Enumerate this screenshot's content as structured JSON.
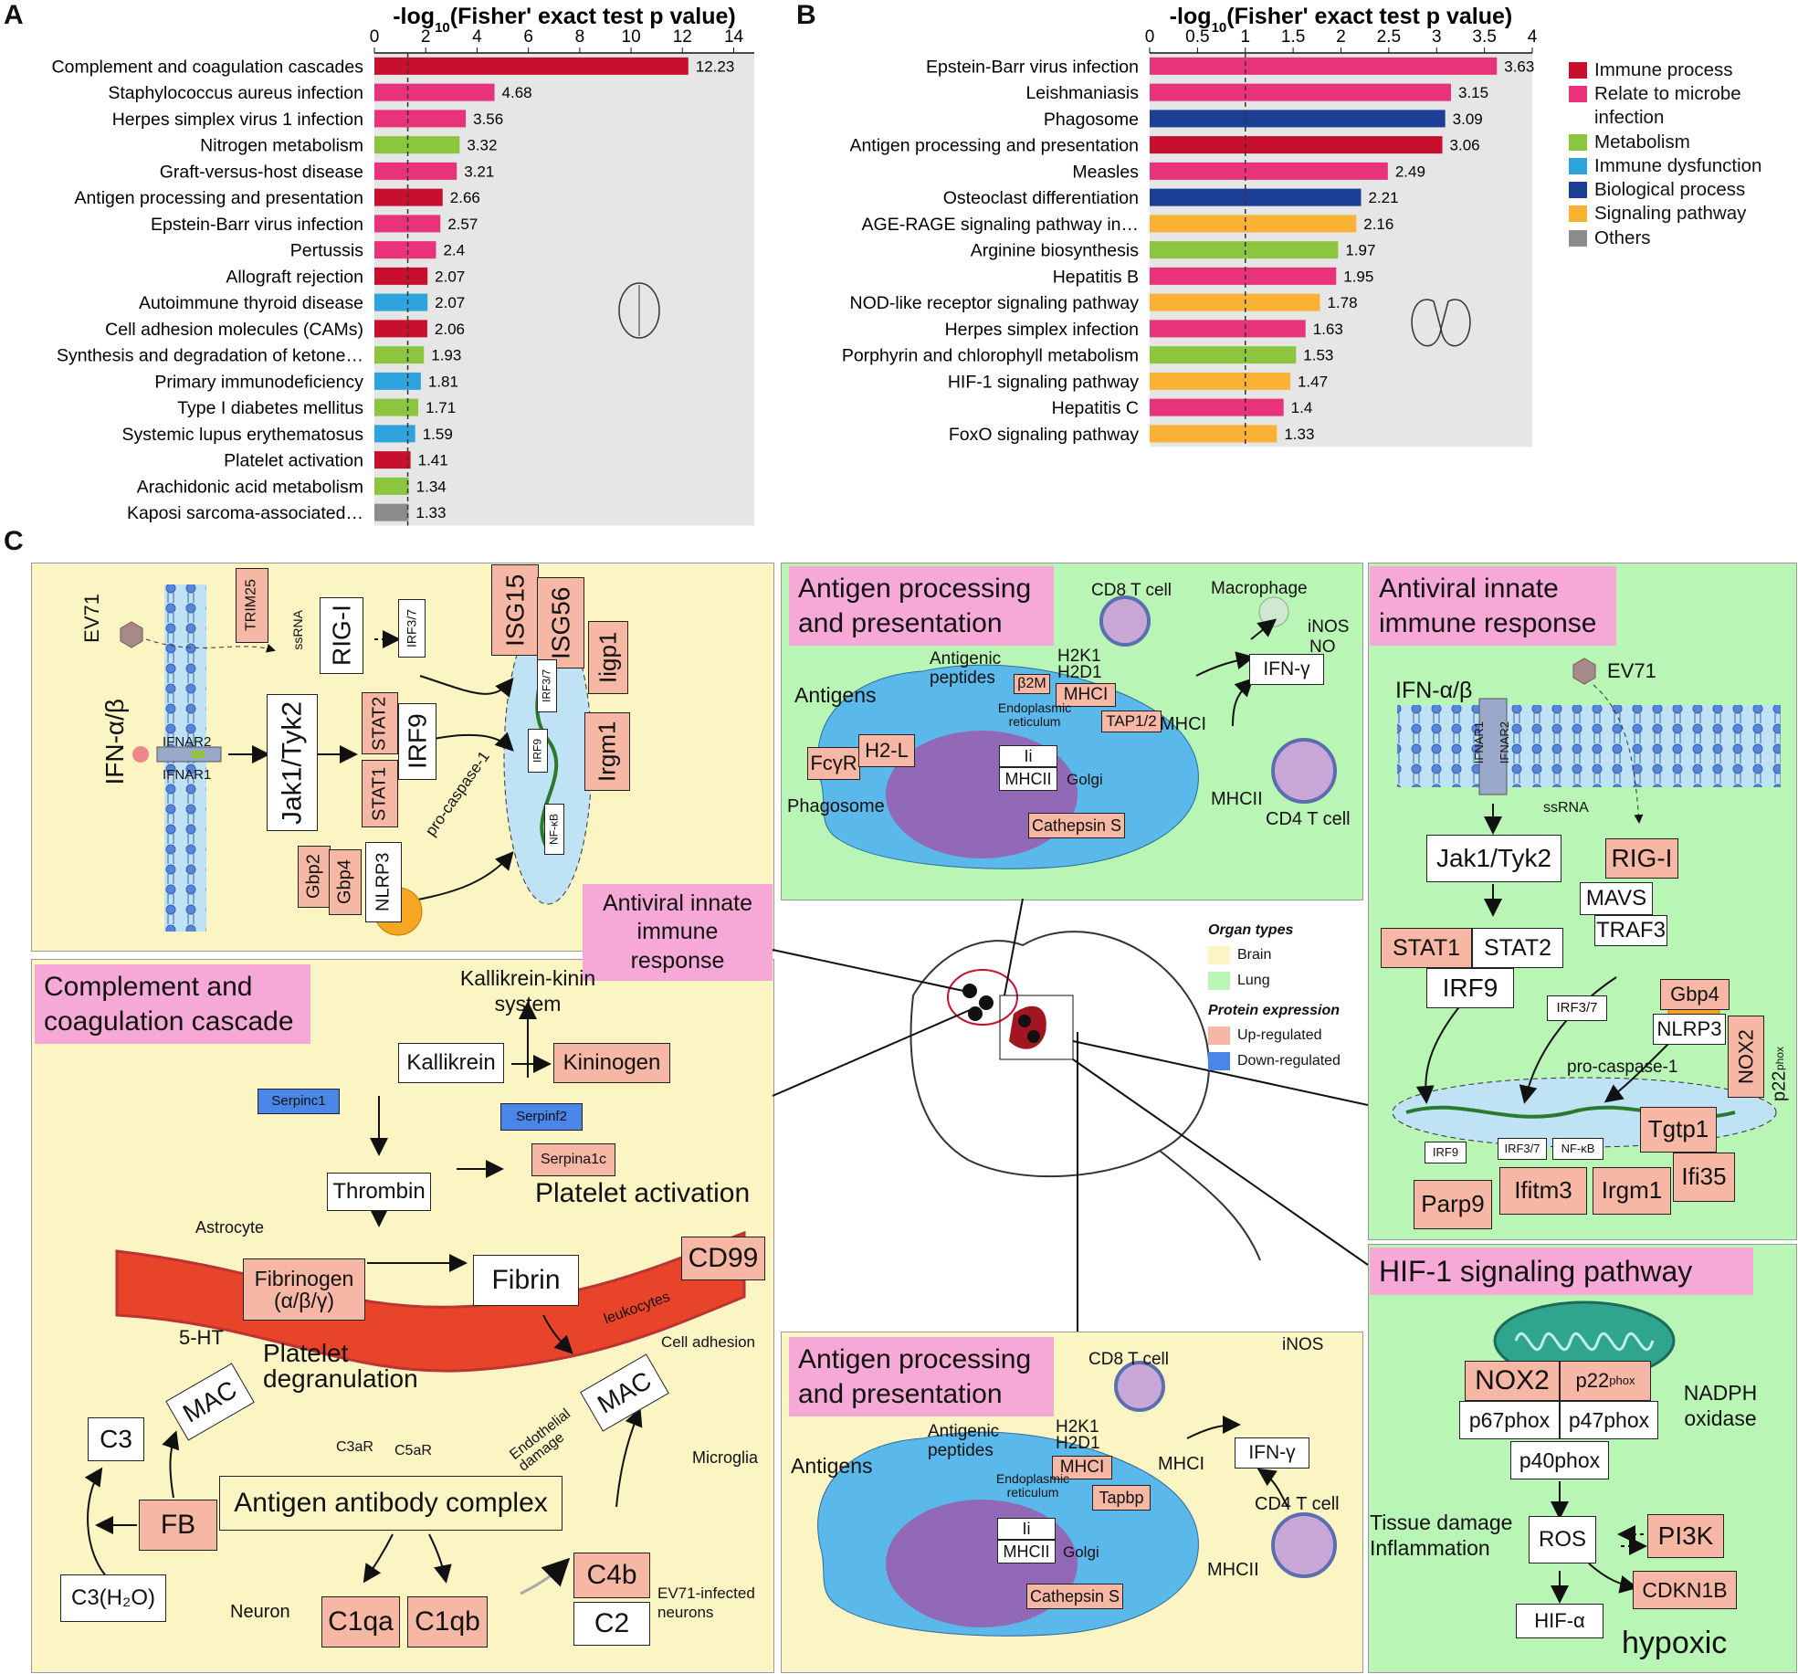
{
  "panel_letters": {
    "a": "A",
    "b": "B",
    "c": "C"
  },
  "colors": {
    "immune_process": "#c8102e",
    "microbe": "#e8337a",
    "metabolism": "#8cc63f",
    "immune_dysfunction": "#2ea3dc",
    "biological_process": "#1b3f94",
    "signaling": "#f9b233",
    "others": "#8c8c8c",
    "plot_bg": "#e6e6e6",
    "brain": "#fbf5c4",
    "lung": "#b9f5b4",
    "up": "#f6b8a4",
    "down": "#4a86e8",
    "title_pink": "#f6a9d6"
  },
  "chart_data": [
    {
      "type": "bar",
      "orientation": "horizontal",
      "xlabel_prefix": "-log",
      "xlabel_sub": "10",
      "xlabel_suffix": "(Fisher' exact test p value)",
      "xlim": [
        0,
        14.8
      ],
      "ticks": [
        0,
        2,
        4,
        6,
        8,
        10,
        12,
        14
      ],
      "threshold": 1.3,
      "grid": false,
      "categories": [
        "Complement and coagulation cascades",
        "Staphylococcus aureus infection",
        "Herpes simplex virus 1 infection",
        "Nitrogen metabolism",
        "Graft-versus-host disease",
        "Antigen processing and presentation",
        "Epstein-Barr virus infection",
        "Pertussis",
        "Allograft rejection",
        "Autoimmune thyroid disease",
        "Cell adhesion molecules (CAMs)",
        "Synthesis and degradation of ketone…",
        "Primary immunodeficiency",
        "Type I diabetes mellitus",
        "Systemic lupus erythematosus",
        "Platelet activation",
        "Arachidonic acid metabolism",
        "Kaposi sarcoma-associated…"
      ],
      "values": [
        12.23,
        4.68,
        3.56,
        3.32,
        3.21,
        2.66,
        2.57,
        2.4,
        2.07,
        2.07,
        2.06,
        1.93,
        1.81,
        1.71,
        1.59,
        1.41,
        1.34,
        1.33
      ],
      "value_labels": [
        "12.23",
        "4.68",
        "3.56",
        "3.32",
        "3.21",
        "2.66",
        "2.57",
        "2.4",
        "2.07",
        "2.07",
        "2.06",
        "1.93",
        "1.81",
        "1.71",
        "1.59",
        "1.41",
        "1.34",
        "1.33"
      ],
      "groups": [
        "immune_process",
        "microbe",
        "microbe",
        "metabolism",
        "microbe",
        "immune_process",
        "microbe",
        "microbe",
        "immune_process",
        "immune_dysfunction",
        "immune_process",
        "metabolism",
        "immune_dysfunction",
        "metabolism",
        "immune_dysfunction",
        "immune_process",
        "metabolism",
        "others"
      ]
    },
    {
      "type": "bar",
      "orientation": "horizontal",
      "xlabel_prefix": "-log",
      "xlabel_sub": "10",
      "xlabel_suffix": "(Fisher' exact test p value)",
      "xlim": [
        0,
        4
      ],
      "ticks": [
        0,
        0.5,
        1,
        1.5,
        2,
        2.5,
        3,
        3.5,
        4
      ],
      "threshold": 1.0,
      "grid": false,
      "categories": [
        "Epstein-Barr virus infection",
        "Leishmaniasis",
        "Phagosome",
        "Antigen processing and presentation",
        "Measles",
        "Osteoclast differentiation",
        "AGE-RAGE signaling pathway in…",
        "Arginine biosynthesis",
        "Hepatitis B",
        "NOD-like receptor signaling pathway",
        "Herpes simplex infection",
        "Porphyrin and chlorophyll metabolism",
        "HIF-1 signaling pathway",
        "Hepatitis C",
        "FoxO signaling pathway"
      ],
      "values": [
        3.63,
        3.15,
        3.09,
        3.06,
        2.49,
        2.21,
        2.16,
        1.97,
        1.95,
        1.78,
        1.63,
        1.53,
        1.47,
        1.4,
        1.33
      ],
      "value_labels": [
        "3.63",
        "3.15",
        "3.09",
        "3.06",
        "2.49",
        "2.21",
        "2.16",
        "1.97",
        "1.95",
        "1.78",
        "1.63",
        "1.53",
        "1.47",
        "1.4",
        "1.33"
      ],
      "groups": [
        "microbe",
        "microbe",
        "biological_process",
        "immune_process",
        "microbe",
        "biological_process",
        "signaling",
        "metabolism",
        "microbe",
        "signaling",
        "microbe",
        "metabolism",
        "signaling",
        "microbe",
        "signaling"
      ]
    }
  ],
  "legend": [
    {
      "label": "Immune process",
      "group": "immune_process"
    },
    {
      "label": "Relate to microbe infection",
      "group": "microbe"
    },
    {
      "label": "Metabolism",
      "group": "metabolism"
    },
    {
      "label": "Immune dysfunction",
      "group": "immune_dysfunction"
    },
    {
      "label": "Biological process",
      "group": "biological_process"
    },
    {
      "label": "Signaling pathway",
      "group": "signaling"
    },
    {
      "label": "Others",
      "group": "others"
    }
  ],
  "legend_placement": "right",
  "center_legend": {
    "organ_title": "Organ types",
    "brain": "Brain",
    "lung": "Lung",
    "protein_title": "Protein expression",
    "up": "Up-regulated",
    "down": "Down-regulated"
  },
  "p1": {
    "title": "Antiviral innate immune response",
    "ev71": "EV71",
    "ifn": "IFN-α/β",
    "ifnar2": "IFNAR2",
    "ifnar1": "IFNAR1",
    "trim25": "TRIM25",
    "ssrna": "ssRNA",
    "rigi": "RIG-I",
    "irf37": "IRF3/7",
    "jak": "Jak1/Tyk2",
    "stat2": "STAT2",
    "stat1": "STAT1",
    "irf9": "IRF9",
    "isg15": "ISG15",
    "isg56": "ISG56",
    "iigp1": "Iigp1",
    "irgm1": "Irgm1",
    "irf37n": "IRF3/7",
    "irf9n": "IRF9",
    "nfkb": "NF-κB",
    "gbp2": "Gbp2",
    "gbp4": "Gbp4",
    "nlrp3": "NLRP3",
    "procasp": "pro-caspase-1"
  },
  "p2": {
    "title": "Antigen processing and presentation",
    "cd8": "CD8 T cell",
    "macrophage": "Macrophage",
    "inos": "iNOS",
    "no": "NO",
    "ifng": "IFN-γ",
    "antigens": "Antigens",
    "antigenic_peptides": "Antigenic peptides",
    "h2k1": "H2K1",
    "h2d1": "H2D1",
    "b2m": "β2M",
    "mhci": "MHCI",
    "tap": "TAP1/2",
    "er": "Endoplasmic reticulum",
    "fcgr": "FcγR",
    "h2l": "H2-L",
    "ii": "Ii",
    "mhcii": "MHCII",
    "golgi": "Golgi",
    "cathepsin": "Cathepsin S",
    "phagosome": "Phagosome",
    "mhci_out": "MHCI",
    "mhcii_out": "MHCII",
    "cd4": "CD4 T cell"
  },
  "p3": {
    "title": "Antiviral innate immune response",
    "ifn": "IFN-α/β",
    "ev71": "EV71",
    "ifnar1": "IFNAR1",
    "ifnar2": "IFNAR2",
    "ssrna": "ssRNA",
    "jak": "Jak1/Tyk2",
    "rigi": "RIG-I",
    "mavs": "MAVS",
    "traf3": "TRAF3",
    "stat1": "STAT1",
    "stat2": "STAT2",
    "irf9": "IRF9",
    "irf37": "IRF3/7",
    "gbp4": "Gbp4",
    "nlrp3": "NLRP3",
    "nox2": "NOX2",
    "p22": "p22",
    "p22sup": "phox",
    "procasp": "pro-caspase-1",
    "irf9n": "IRF9",
    "irf37n": "IRF3/7",
    "nfkb": "NF-κB",
    "tgtp1": "Tgtp1",
    "ifi35": "Ifi35",
    "parp9": "Parp9",
    "ifitm3": "Ifitm3",
    "irgm1": "Irgm1"
  },
  "p4": {
    "title": "Complement and coagulation cascade",
    "kks": "Kallikrein-kinin system",
    "kallikrein": "Kallikrein",
    "kininogen": "Kininogen",
    "serpinc1": "Serpinc1",
    "serpinf2": "Serpinf2",
    "serpina1c": "Serpina1c",
    "thrombin": "Thrombin",
    "platelet_activation": "Platelet activation",
    "astrocyte": "Astrocyte",
    "fibrinogen": "Fibrinogen (α/β/γ)",
    "fibrin": "Fibrin",
    "cd99": "CD99",
    "leukocytes": "leukocytes",
    "cell_adhesion": "Cell adhesion",
    "ht": "5-HT",
    "platelet_degran": "Platelet degranulation",
    "mac1": "MAC",
    "mac2": "MAC",
    "c3": "C3",
    "c3ar": "C3aR",
    "c5ar": "C5aR",
    "endothelial": "Endothelial damage",
    "microglia": "Microglia",
    "fb": "FB",
    "aac": "Antigen antibody complex",
    "c3h2o": "C3(H₂O)",
    "neuron": "Neuron",
    "c1qa": "C1qa",
    "c1qb": "C1qb",
    "c4b": "C4b",
    "c2": "C2",
    "ev71_neurons": "EV71-infected neurons"
  },
  "p5": {
    "title": "Antigen processing and presentation",
    "cd8": "CD8 T cell",
    "inos": "iNOS",
    "ifng": "IFN-γ",
    "antigens": "Antigens",
    "antigenic_peptides": "Antigenic peptides",
    "h2k1": "H2K1",
    "h2d1": "H2D1",
    "mhci": "MHCI",
    "tapbp": "Tapbp",
    "er": "Endoplasmic reticulum",
    "ii": "Ii",
    "mhcii": "MHCII",
    "golgi": "Golgi",
    "cathepsin": "Cathepsin S",
    "mhci_out": "MHCI",
    "mhcii_out": "MHCII",
    "cd4": "CD4 T cell"
  },
  "p6": {
    "title": "HIF-1 signaling pathway",
    "nox2": "NOX2",
    "p22": "p22",
    "p22sup": "phox",
    "p67": "p67phox",
    "p47": "p47phox",
    "nadph": "NADPH oxidase",
    "p40": "p40phox",
    "tissue": "Tissue damage Inflammation",
    "ros": "ROS",
    "pi3k": "PI3K",
    "hif": "HIF-α",
    "cdkn1b": "CDKN1B",
    "hypoxic": "hypoxic"
  }
}
